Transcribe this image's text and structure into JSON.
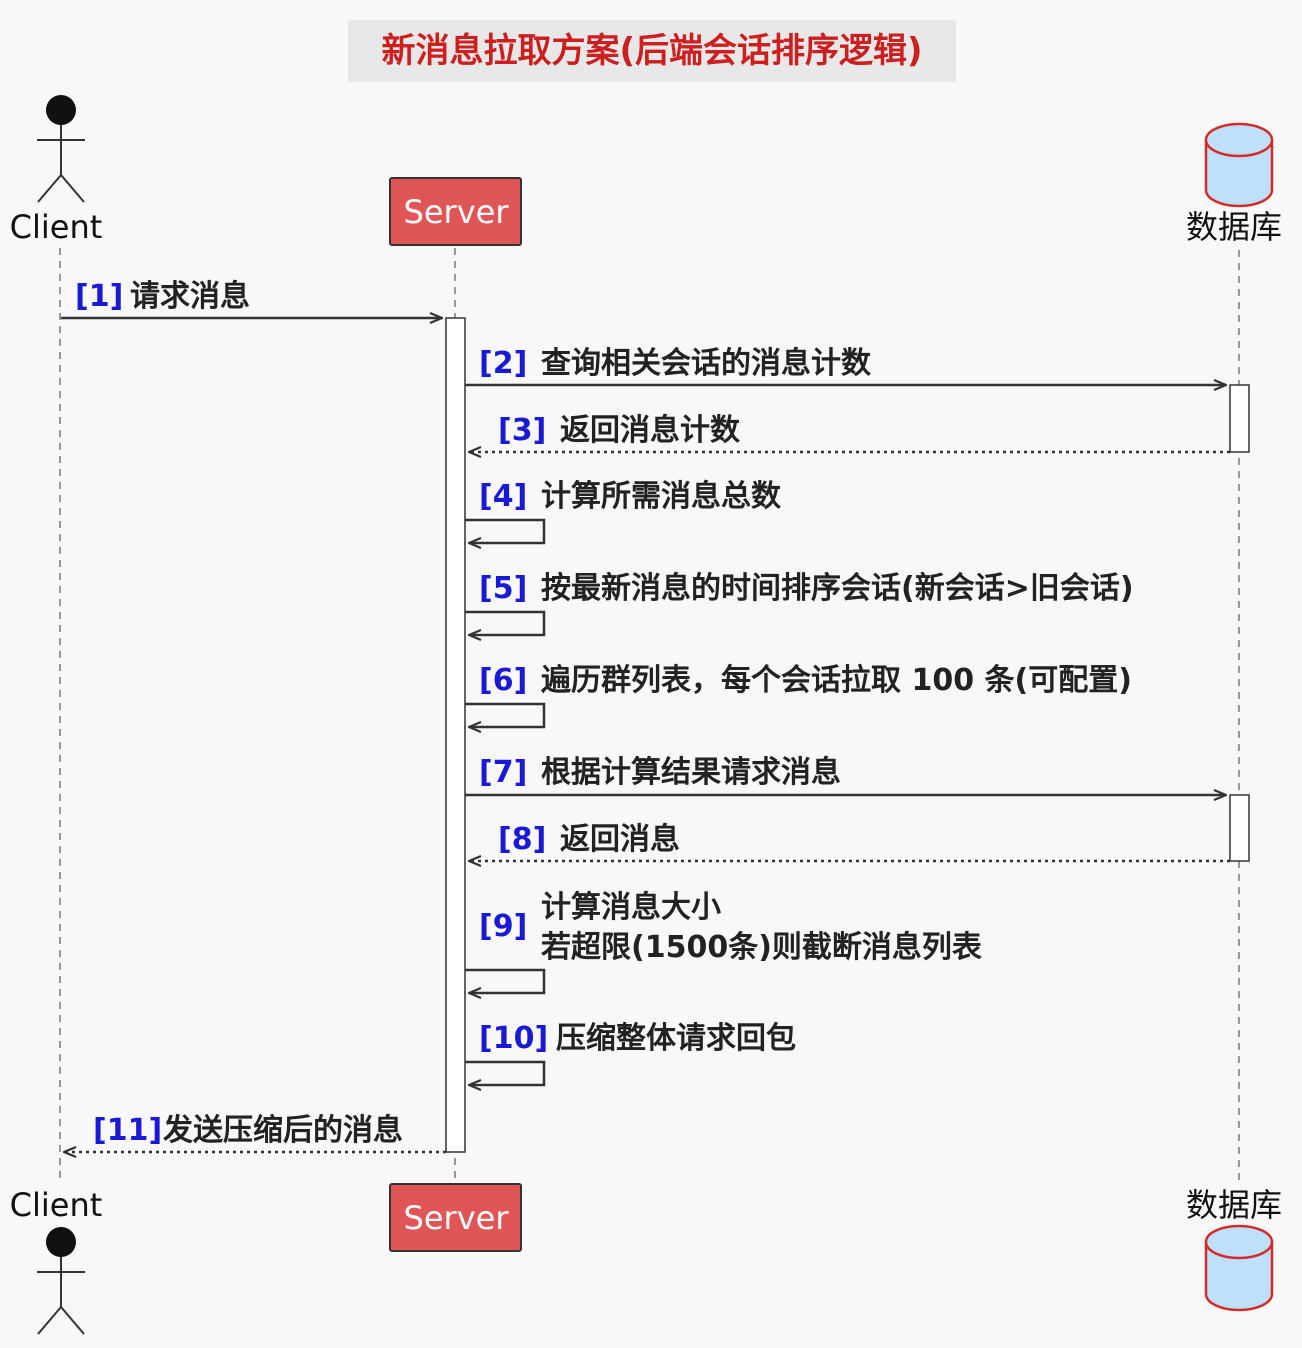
{
  "title": "新消息拉取方案(后端会话排序逻辑)",
  "colors": {
    "title_text": "#cc1f1f",
    "title_bg": "#e8e8e8",
    "server_box": "#e05555",
    "server_text": "#ffffff",
    "db_fill": "#bfe0fb",
    "db_stroke": "#d42a2a",
    "step_num": "#1a1ad4",
    "line": "#333333",
    "background": "#f8f8f8"
  },
  "participants": {
    "client": {
      "label": "Client",
      "icon": "actor-icon"
    },
    "server": {
      "label": "Server"
    },
    "database": {
      "label": "数据库",
      "icon": "database-icon"
    }
  },
  "messages": [
    {
      "num": "[1]",
      "lines": [
        "请求消息"
      ],
      "from": "client",
      "to": "server",
      "style": "solid"
    },
    {
      "num": "[2]",
      "lines": [
        "查询相关会话的消息计数"
      ],
      "from": "server",
      "to": "database",
      "style": "solid"
    },
    {
      "num": "[3]",
      "lines": [
        "返回消息计数"
      ],
      "from": "database",
      "to": "server",
      "style": "dotted"
    },
    {
      "num": "[4]",
      "lines": [
        "计算所需消息总数"
      ],
      "from": "server",
      "to": "server",
      "style": "self"
    },
    {
      "num": "[5]",
      "lines": [
        "按最新消息的时间排序会话(新会话>旧会话)"
      ],
      "from": "server",
      "to": "server",
      "style": "self"
    },
    {
      "num": "[6]",
      "lines": [
        "遍历群列表，每个会话拉取 100 条(可配置)"
      ],
      "from": "server",
      "to": "server",
      "style": "self"
    },
    {
      "num": "[7]",
      "lines": [
        "根据计算结果请求消息"
      ],
      "from": "server",
      "to": "database",
      "style": "solid"
    },
    {
      "num": "[8]",
      "lines": [
        "返回消息"
      ],
      "from": "database",
      "to": "server",
      "style": "dotted"
    },
    {
      "num": "[9]",
      "lines": [
        "计算消息大小",
        "若超限(1500条)则截断消息列表"
      ],
      "from": "server",
      "to": "server",
      "style": "self"
    },
    {
      "num": "[10]",
      "lines": [
        "压缩整体请求回包"
      ],
      "from": "server",
      "to": "server",
      "style": "self"
    },
    {
      "num": "[11]",
      "lines": [
        "发送压缩后的消息"
      ],
      "from": "server",
      "to": "client",
      "style": "dotted"
    }
  ]
}
